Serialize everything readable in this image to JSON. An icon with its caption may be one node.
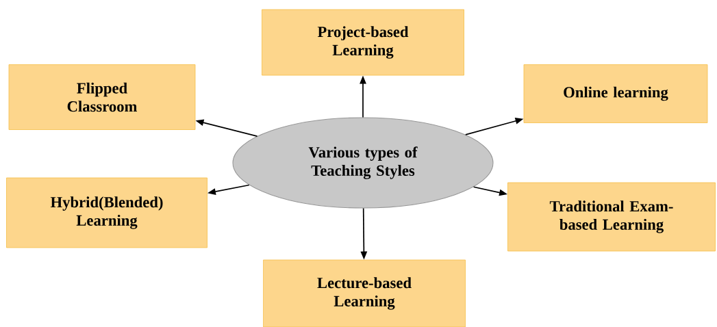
{
  "diagram": {
    "nodes": [
      {
        "text": [
          "Various types of Teaching Styles"
        ]
      },
      {
        "text": [
          "Project-based Learning"
        ]
      },
      {
        "text": [
          "Flipped Classroom"
        ]
      },
      {
        "text": [
          "Online learning"
        ]
      },
      {
        "text": [
          "Hybrid(Blended) Learning"
        ]
      },
      {
        "text": [
          "Traditional Exam-based Learning"
        ]
      },
      {
        "text": [
          "Lecture-based Learning"
        ]
      }
    ],
    "edges": [
      {
        "from": 0,
        "to": 1,
        "arrow": "to"
      },
      {
        "from": 0,
        "to": 2,
        "arrow": "to"
      },
      {
        "from": 0,
        "to": 3,
        "arrow": "to"
      },
      {
        "from": 0,
        "to": 4,
        "arrow": "to"
      },
      {
        "from": 0,
        "to": 5,
        "arrow": "to"
      },
      {
        "from": 0,
        "to": 6,
        "arrow": "to"
      }
    ]
  }
}
